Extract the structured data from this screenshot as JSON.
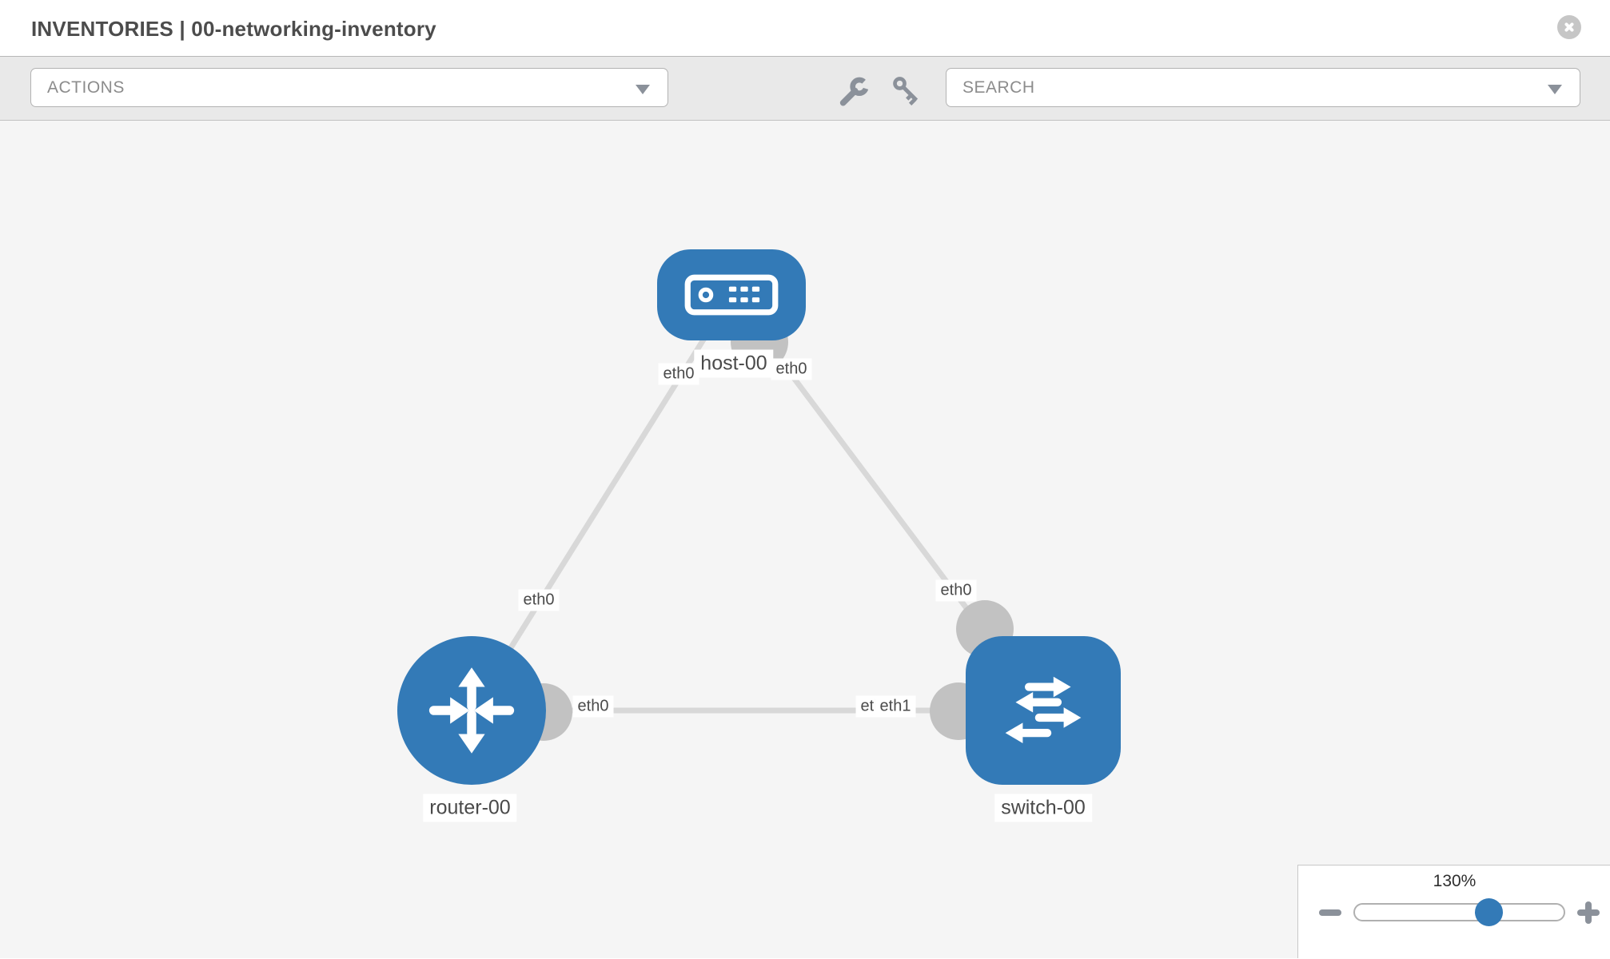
{
  "header": {
    "title": "INVENTORIES | 00-networking-inventory"
  },
  "toolbar": {
    "actions": "ACTIONS",
    "search": "SEARCH"
  },
  "topology": {
    "nodes": [
      {
        "label": "host-00",
        "type": "host"
      },
      {
        "label": "router-00",
        "type": "router"
      },
      {
        "label": "switch-00",
        "type": "switch"
      }
    ],
    "links": [
      {
        "from": "host-00",
        "to": "router-00",
        "from_interface": "eth0",
        "to_interface": "eth0"
      },
      {
        "from": "host-00",
        "to": "switch-00",
        "from_interface": "eth0",
        "to_interface": "eth0"
      },
      {
        "from": "router-00",
        "to": "switch-00",
        "from_interface": "eth0",
        "to_interface": "eth1",
        "to_interface_underlay": "eth0"
      }
    ]
  },
  "zoom_control": {
    "level": "130%"
  },
  "colors": {
    "node_blue": "#337ab7",
    "edge_gray": "#d8d8d8",
    "interface_dot_gray": "#c2c2c2",
    "canvas_bg": "#f5f5f5",
    "toolbar_bg": "#e9e9e9"
  }
}
